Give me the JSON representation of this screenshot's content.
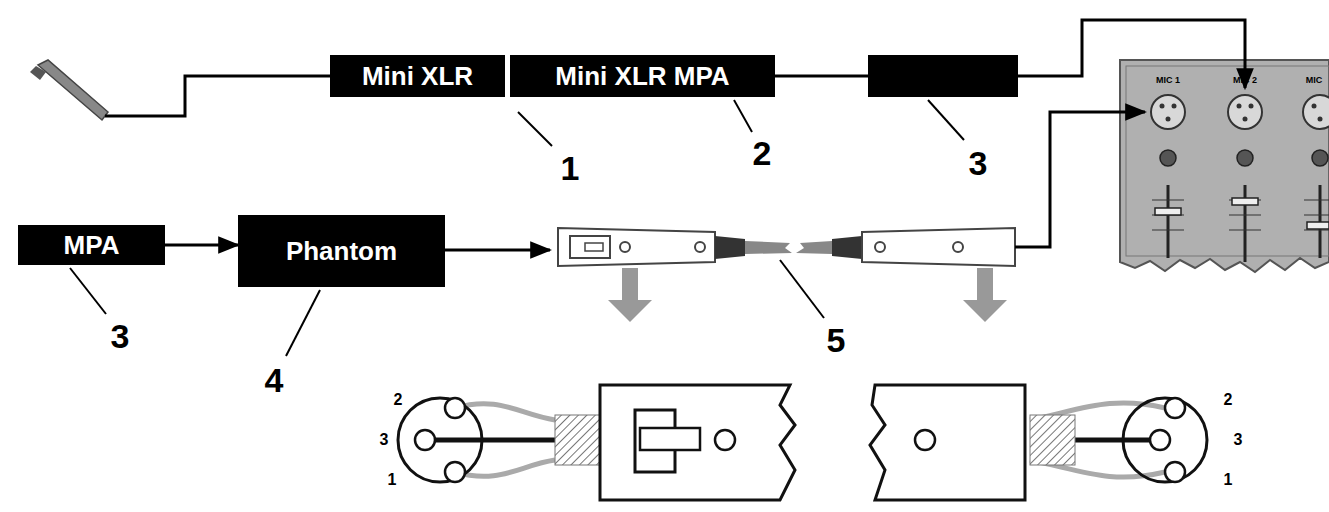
{
  "diagram": {
    "nodes": [
      {
        "text": [
          "Mini XLR"
        ]
      },
      {
        "text": [
          "Mini XLR MPA"
        ]
      },
      {
        "text": [
          "MPA"
        ]
      },
      {
        "text": [
          "Phantom"
        ]
      }
    ],
    "edges": [
      {
        "from": 2,
        "to": 3,
        "arrow": "to"
      }
    ],
    "labels": [
      "1",
      "2",
      "3",
      "3",
      "4",
      "5",
      "MIC 1",
      "MIC 2",
      "MIC",
      "2",
      "3",
      "1",
      "2",
      "3",
      "1"
    ]
  }
}
